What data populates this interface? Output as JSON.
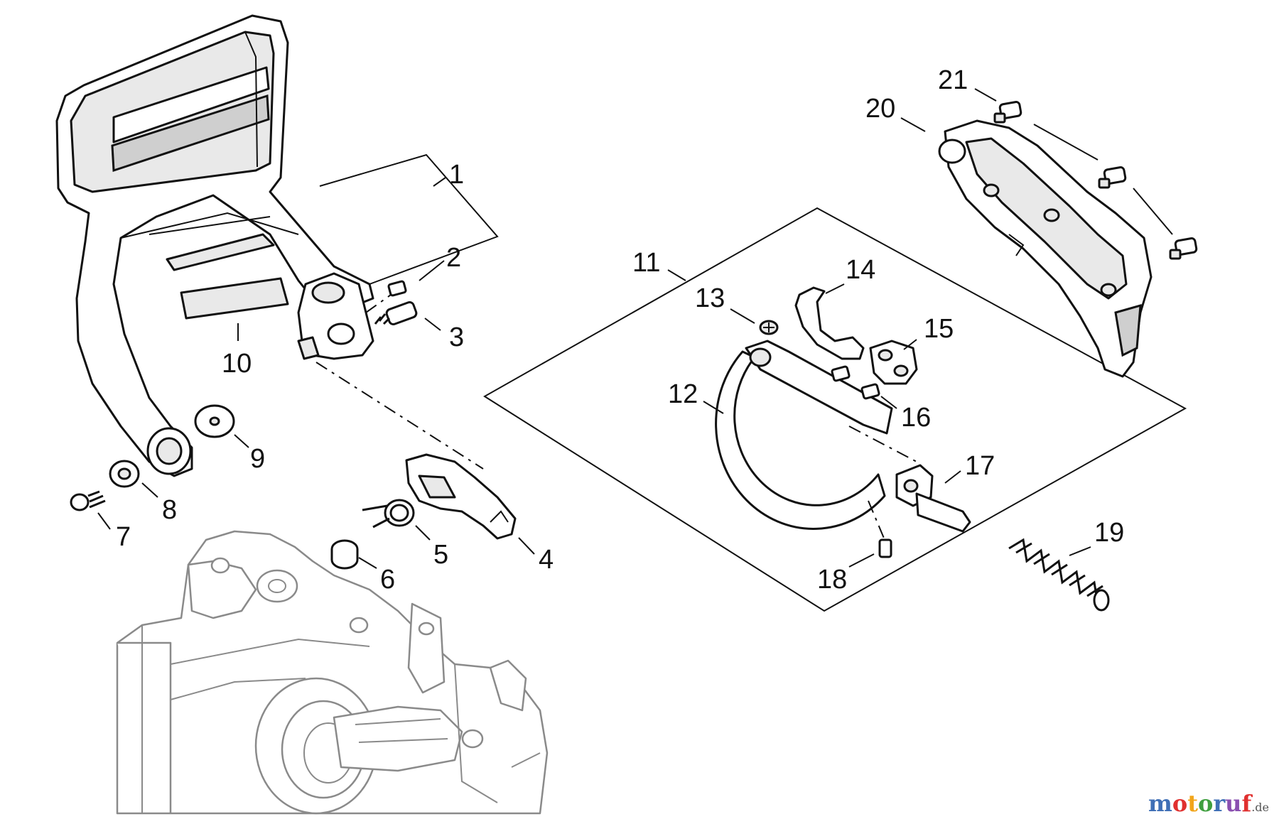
{
  "diagram": {
    "callouts": [
      {
        "id": "1",
        "label": "1"
      },
      {
        "id": "2",
        "label": "2"
      },
      {
        "id": "3",
        "label": "3"
      },
      {
        "id": "4",
        "label": "4"
      },
      {
        "id": "5",
        "label": "5"
      },
      {
        "id": "6",
        "label": "6"
      },
      {
        "id": "7",
        "label": "7"
      },
      {
        "id": "8",
        "label": "8"
      },
      {
        "id": "9",
        "label": "9"
      },
      {
        "id": "10",
        "label": "10"
      },
      {
        "id": "11",
        "label": "11"
      },
      {
        "id": "12",
        "label": "12"
      },
      {
        "id": "13",
        "label": "13"
      },
      {
        "id": "14",
        "label": "14"
      },
      {
        "id": "15",
        "label": "15"
      },
      {
        "id": "16",
        "label": "16"
      },
      {
        "id": "17",
        "label": "17"
      },
      {
        "id": "18",
        "label": "18"
      },
      {
        "id": "19",
        "label": "19"
      },
      {
        "id": "20",
        "label": "20"
      },
      {
        "id": "21",
        "label": "21"
      }
    ]
  },
  "watermark": {
    "letters": [
      "m",
      "o",
      "t",
      "o",
      "r",
      "u",
      "f"
    ],
    "tld": ".de",
    "colors": [
      "#3f6fb6",
      "#e0302f",
      "#f2a51a",
      "#3f9f3f",
      "#3f6fb6",
      "#8a4fb0",
      "#e0302f"
    ]
  }
}
